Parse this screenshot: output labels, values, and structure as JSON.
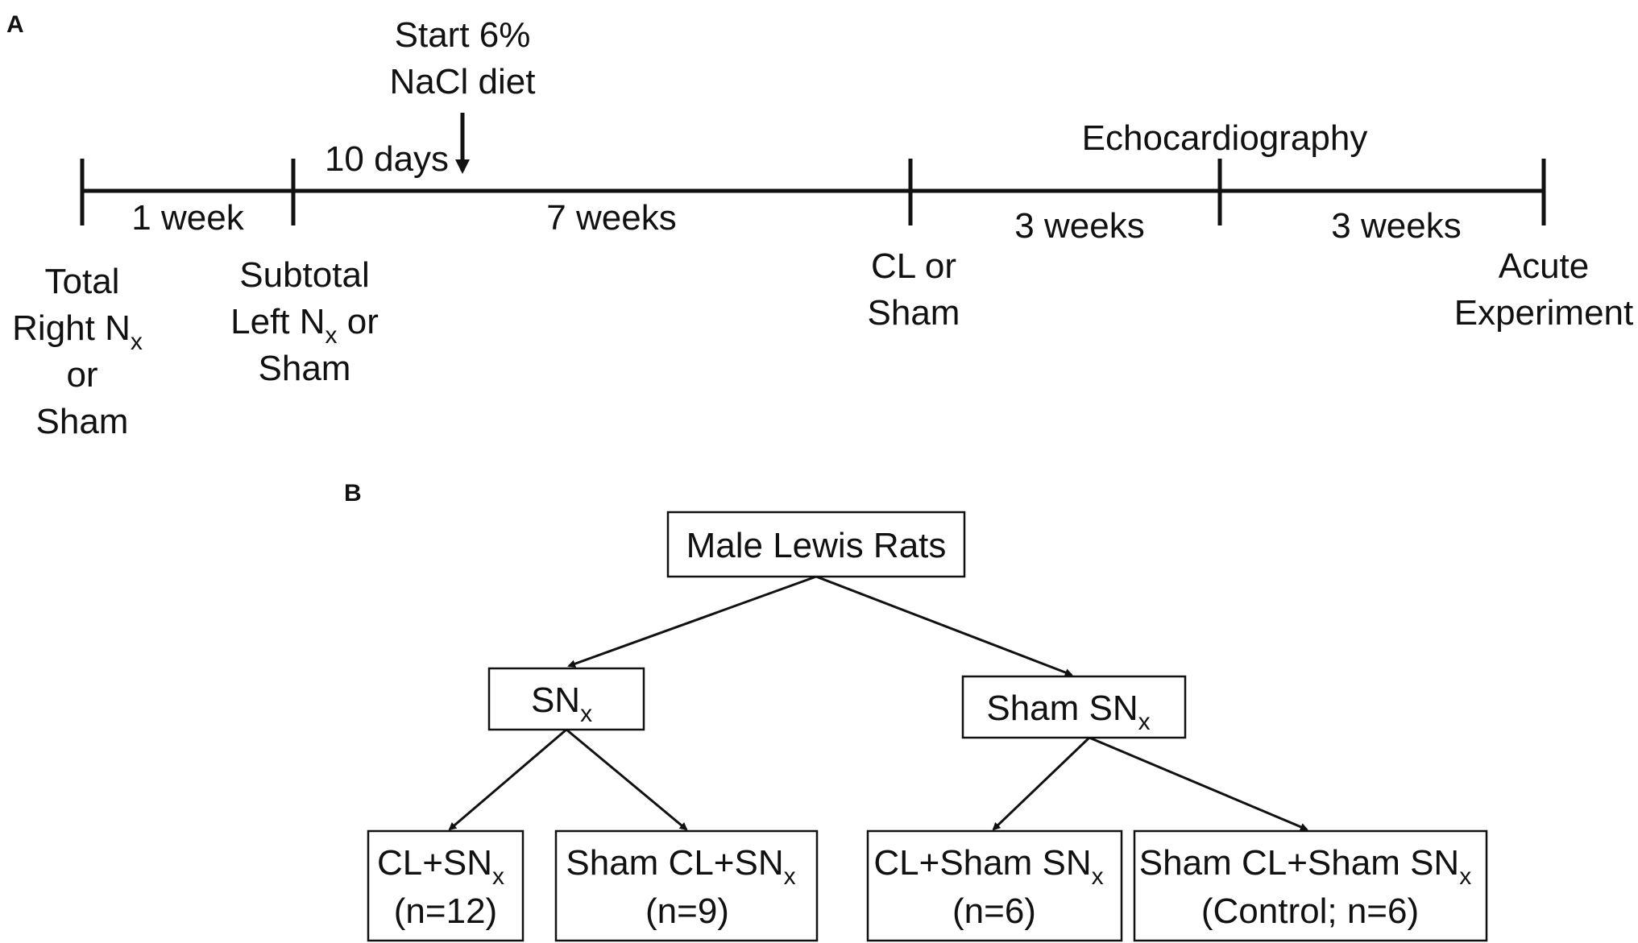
{
  "panels": {
    "a": "A",
    "b": "B"
  },
  "timeline": {
    "diet_line1": "Start 6%",
    "diet_line2": "NaCl diet",
    "days": "10 days",
    "echo": "Echocardiography",
    "intervals": [
      "1 week",
      "7 weeks",
      "3 weeks",
      "3 weeks"
    ],
    "events": {
      "e1": {
        "line1": "Total",
        "line2": "Right N",
        "sub": "x",
        "line3": "or",
        "line4": "Sham"
      },
      "e2": {
        "line1": "Subtotal",
        "line2": "Left N",
        "sub": "x",
        "line2b": " or",
        "line3": "Sham"
      },
      "e3": {
        "line1": "CL or",
        "line2": "Sham"
      },
      "e4": {
        "line1": "Acute",
        "line2": "Experiment"
      }
    }
  },
  "flowchart": {
    "root": "Male Lewis Rats",
    "snx": {
      "main": "SN",
      "sub": "x"
    },
    "sham_snx": {
      "main": "Sham SN",
      "sub": "x"
    },
    "leaves": [
      {
        "main": "CL+SN",
        "sub": "x",
        "n": "(n=12)"
      },
      {
        "main": "Sham CL+SN",
        "sub": "x",
        "n": "(n=9)"
      },
      {
        "main": "CL+Sham SN",
        "sub": "x",
        "n": "(n=6)"
      },
      {
        "main": "Sham CL+Sham SN",
        "sub": "x",
        "n": "(Control; n=6)"
      }
    ]
  }
}
